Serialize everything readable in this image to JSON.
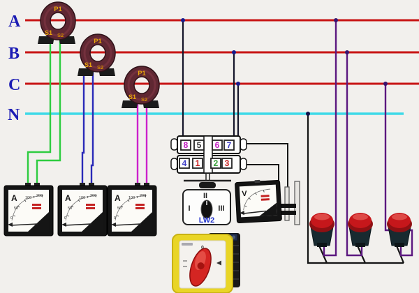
{
  "phases": [
    {
      "label": "A"
    },
    {
      "label": "B"
    },
    {
      "label": "C"
    },
    {
      "label": "N"
    }
  ],
  "cts": [
    {
      "p1": "P1",
      "s1": "S1",
      "s2": "S2"
    },
    {
      "p1": "P1",
      "s1": "S1",
      "s2": "S2"
    },
    {
      "p1": "P1",
      "s1": "S1",
      "s2": "S2"
    }
  ],
  "terminal_block": {
    "top": [
      "8",
      "5",
      "6",
      "7"
    ],
    "bottom": [
      "4",
      "1",
      "2",
      "3"
    ]
  },
  "terminal_colors": {
    "top": [
      "#c21ec2",
      "#3a3a3a",
      "#c21ec2",
      "#4040c8"
    ],
    "bottom": [
      "#4040c8",
      "#c82020",
      "#3aa33a",
      "#c82020"
    ]
  },
  "lw2": {
    "left": "I",
    "top": "II",
    "right": "III",
    "label": "LW2"
  },
  "ammeters": [
    {
      "unit": "A",
      "t0": "0",
      "t50": "50",
      "t100": "100",
      "t200": "200"
    },
    {
      "unit": "A",
      "t0": "0",
      "t50": "50",
      "t100": "100",
      "t200": "200"
    },
    {
      "unit": "A",
      "t0": "0",
      "t50": "50",
      "t100": "100",
      "t200": "200"
    }
  ],
  "voltmeter": {
    "unit": "V"
  },
  "rotary_switch": {
    "zero_mark": "0"
  },
  "colors": {
    "phase_line": "#c81414",
    "neutral_line": "#3fd9e8",
    "phase_label": "#1c1cb4",
    "ct_secondary_a": "#2ecc40",
    "ct_secondary_b": "#2a2ab8",
    "ct_secondary_c": "#cc22cc",
    "lamp_wire": "#5c1880",
    "black_wire": "#151515",
    "lw2_label_color": "#2233cc"
  }
}
